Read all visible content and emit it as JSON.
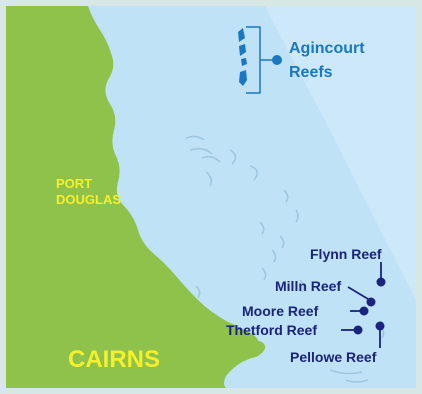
{
  "map": {
    "labels": {
      "agincourt_line1": "Agincourt",
      "agincourt_line2": "Reefs",
      "port": "PORT",
      "douglas": "DOUGLAS",
      "cairns": "CAIRNS",
      "flynn": "Flynn Reef",
      "milln": "Milln Reef",
      "moore": "Moore Reef",
      "thetford": "Thetford Reef",
      "pellowe": "Pellowe Reef"
    },
    "colors": {
      "land": "#8fc24a",
      "sea_shallow": "#bfe2f6",
      "sea_deep": "#cde8f8",
      "reef_dark": "#1a78c2",
      "reef_outline": "#9fc8e0",
      "reef_label": "#1a78c2",
      "marker": "#1a237e",
      "town_label": "#f6ef2b",
      "frame": "#d7e7e6"
    }
  }
}
